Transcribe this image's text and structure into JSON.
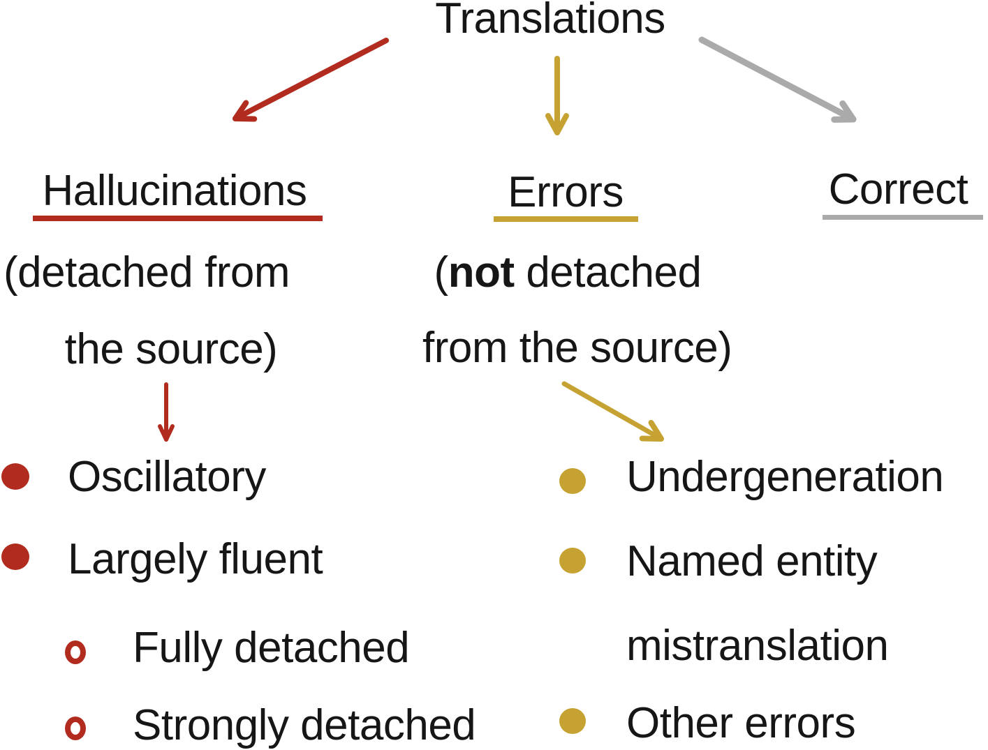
{
  "colors": {
    "hallucination": "#b12c1e",
    "error": "#c6a232",
    "correct": "#aaaaaa",
    "text": "#161616",
    "background": "#ffffff"
  },
  "root": {
    "label": "Translations"
  },
  "branches": {
    "hallucinations": {
      "label": "Hallucinations",
      "note_line1": "(detached from",
      "note_line2": "the source)",
      "bullets": [
        {
          "label": "Oscillatory",
          "style": "filled"
        },
        {
          "label": "Largely fluent",
          "style": "filled"
        },
        {
          "label": "Fully detached",
          "style": "hollow"
        },
        {
          "label": "Strongly detached",
          "style": "hollow"
        }
      ]
    },
    "errors": {
      "label": "Errors",
      "note_line1_open": "(",
      "note_line1_bold": "not",
      "note_line1_rest": " detached",
      "note_line2": "from the source)",
      "bullets": [
        {
          "label": "Undergeneration",
          "style": "filled"
        },
        {
          "label_line1": "Named entity",
          "label_line2": "mistranslation",
          "style": "filled"
        },
        {
          "label": "Other errors",
          "style": "filled"
        }
      ]
    },
    "correct": {
      "label": "Correct"
    }
  }
}
